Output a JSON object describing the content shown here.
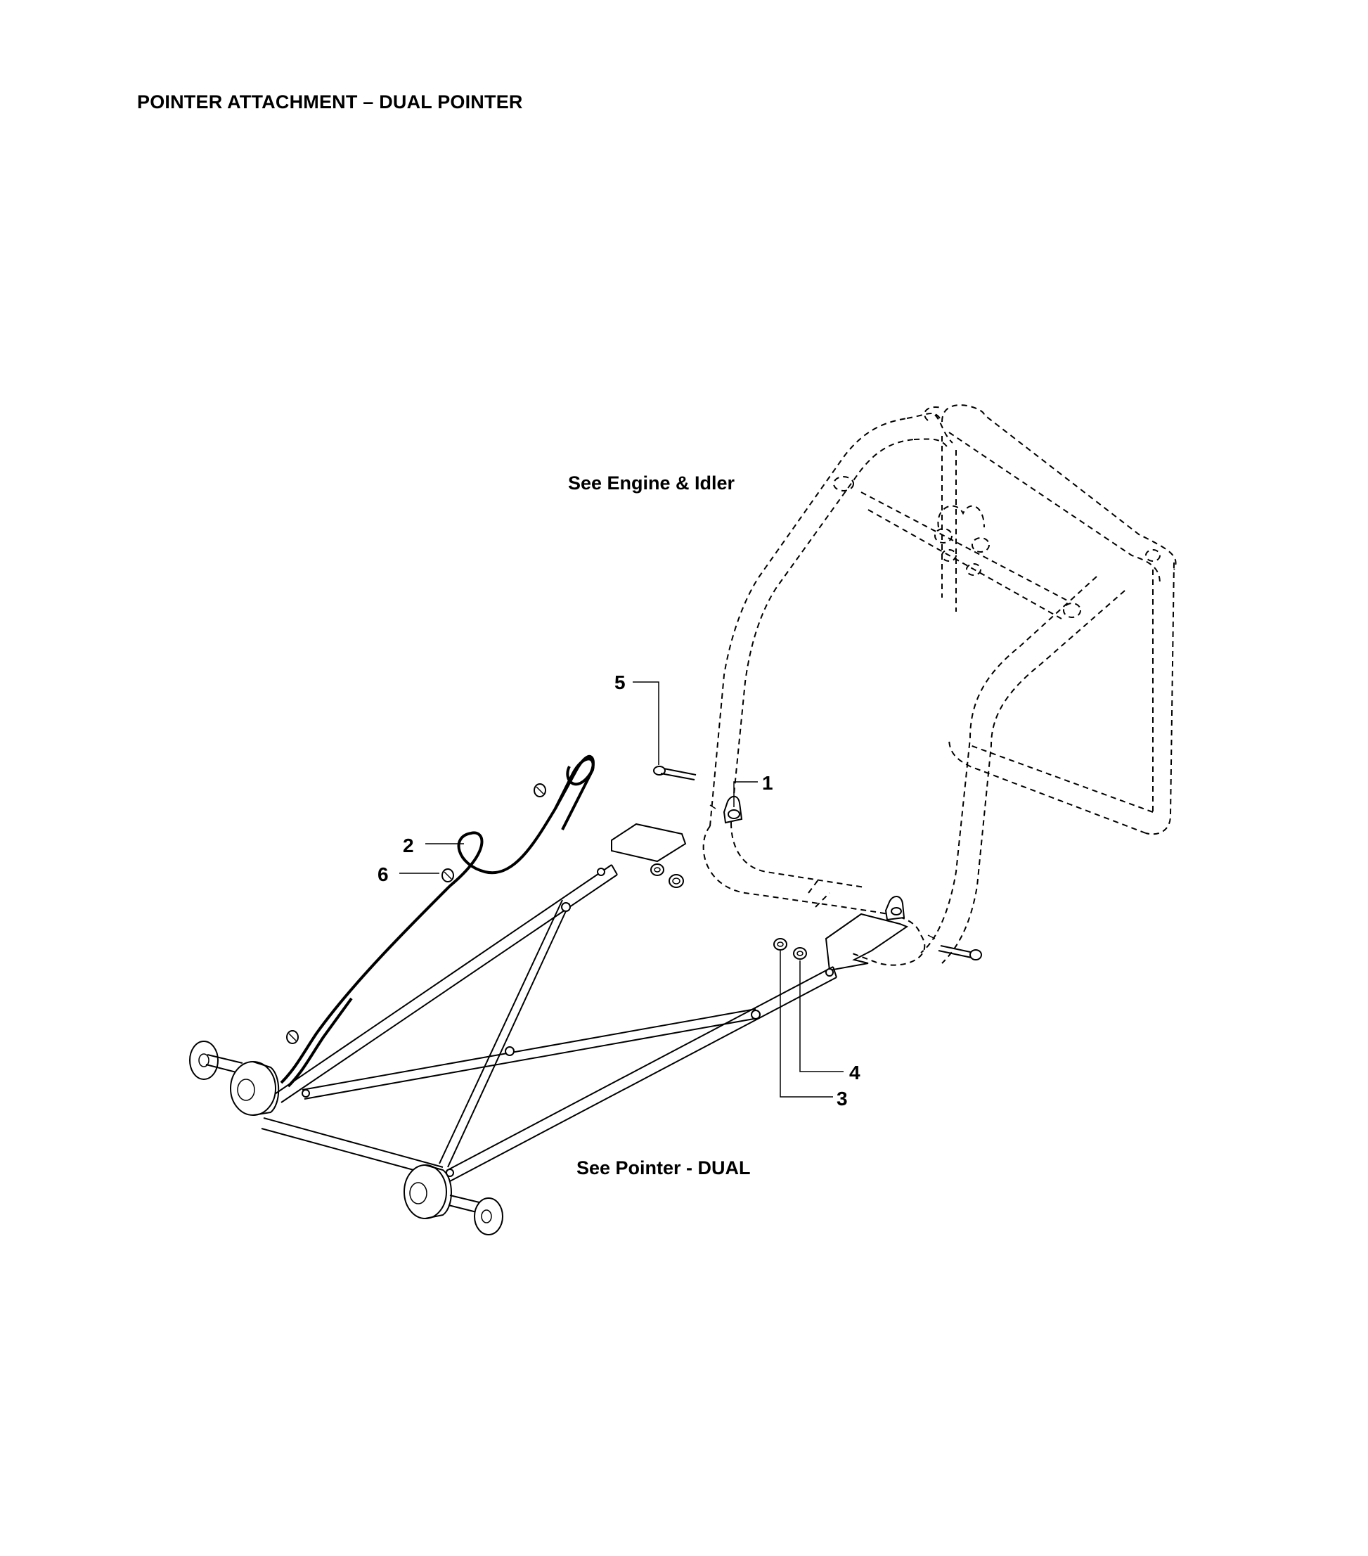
{
  "title": "POINTER ATTACHMENT – DUAL POINTER",
  "notes": {
    "engine": "See Engine & Idler",
    "pointer": "See Pointer - DUAL"
  },
  "callouts": {
    "c1": "1",
    "c2": "2",
    "c3": "3",
    "c4": "4",
    "c5": "5",
    "c6": "6"
  }
}
